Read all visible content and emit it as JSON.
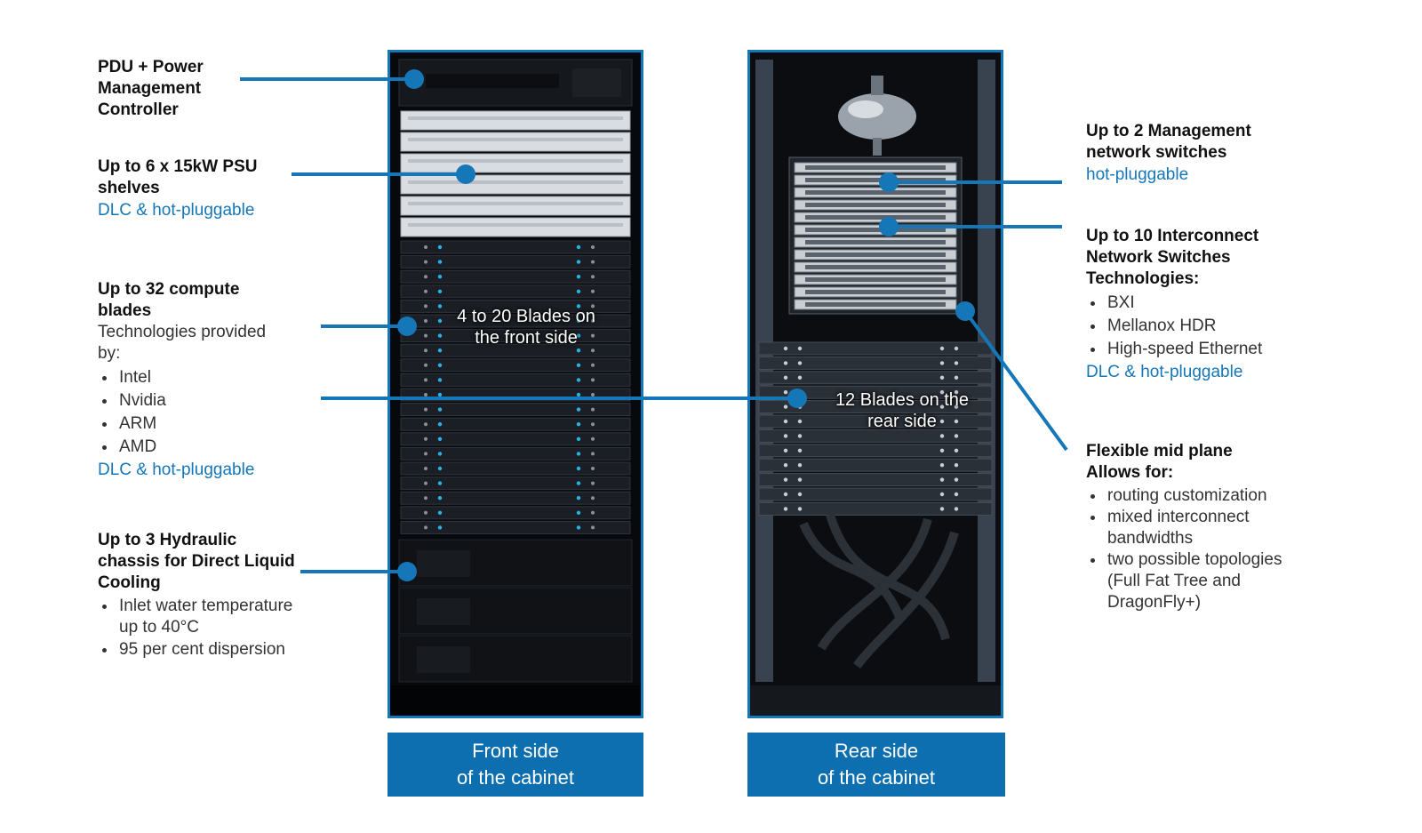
{
  "callouts": {
    "pdu": {
      "title": "PDU + Power Management Controller"
    },
    "psu": {
      "title": "Up to 6 x 15kW PSU shelves",
      "note": "DLC & hot-pluggable"
    },
    "compute": {
      "title": "Up to 32 compute blades",
      "sub": "Technologies provided by:",
      "items": [
        "Intel",
        "Nvidia",
        "ARM",
        "AMD"
      ],
      "note": "DLC & hot-pluggable"
    },
    "hydraulic": {
      "title": "Up to 3 Hydraulic chassis for Direct Liquid Cooling",
      "items": [
        "Inlet water temperature up to 40°C",
        "95 per cent dispersion"
      ]
    },
    "mgmt": {
      "title": "Up to 2 Management network switches",
      "note": "hot-pluggable"
    },
    "interconnect": {
      "title": "Up to 10 Interconnect Network Switches Technologies:",
      "items": [
        "BXI",
        "Mellanox HDR",
        "High-speed  Ethernet"
      ],
      "note": "DLC & hot-pluggable"
    },
    "midplane": {
      "title": "Flexible mid plane Allows for:",
      "items": [
        "routing customization",
        "mixed interconnect bandwidths",
        "two possible topologies (Full Fat Tree and DragonFly+)"
      ]
    }
  },
  "overlays": {
    "front_blades": "4 to 20 Blades on the front side",
    "rear_blades": "12 Blades on the rear side"
  },
  "captions": {
    "front_line1": "Front side",
    "front_line2": "of the cabinet",
    "rear_line1": "Rear side",
    "rear_line2": "of the cabinet"
  },
  "colors": {
    "accent": "#1577b8",
    "caption_bg": "#0e6fb0"
  }
}
